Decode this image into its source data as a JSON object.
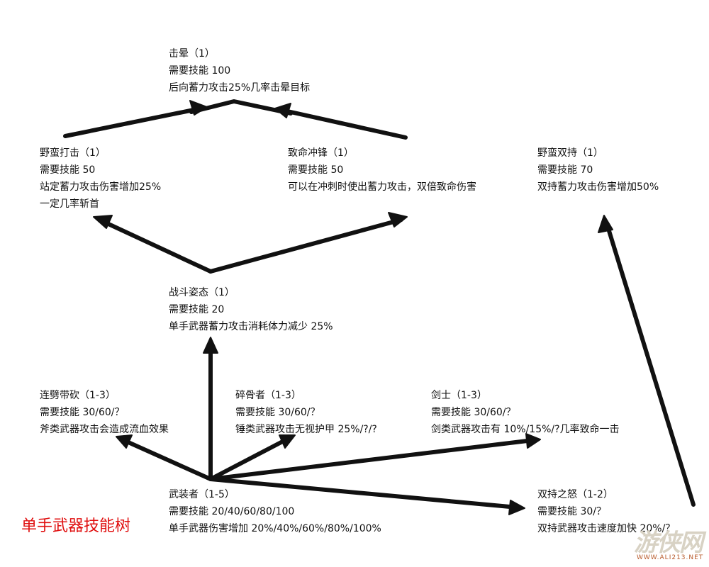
{
  "title": "单手武器技能树",
  "watermark": {
    "logo": "游侠网",
    "url": "WWW.ALI213.NET"
  },
  "colors": {
    "arrow": "#111111",
    "title": "#e01010"
  },
  "nodes": {
    "jiyun": {
      "name": "击晕（1）",
      "req": "需要技能 100",
      "desc": [
        "后向蓄力攻击25%几率击晕目标"
      ]
    },
    "yemandaji": {
      "name": "野蛮打击（1）",
      "req": "需要技能 50",
      "desc": [
        "站定蓄力攻击伤害增加25%",
        "一定几率斩首"
      ]
    },
    "zhimingchongfeng": {
      "name": "致命冲锋（1）",
      "req": "需要技能 50",
      "desc": [
        "可以在冲刺时使出蓄力攻击，双倍致命伤害"
      ]
    },
    "yemanshuangchi": {
      "name": "野蛮双持（1）",
      "req": "需要技能 70",
      "desc": [
        "双持蓄力攻击伤害增加50%"
      ]
    },
    "zhandouzitai": {
      "name": "战斗姿态（1）",
      "req": "需要技能 20",
      "desc": [
        "单手武器蓄力攻击消耗体力减少 25%"
      ]
    },
    "lianpidaikan": {
      "name": "连劈带砍（1-3）",
      "req": "需要技能 30/60/？",
      "desc": [
        "斧类武器攻击会造成流血效果"
      ]
    },
    "suiguzhe": {
      "name": "碎骨者（1-3）",
      "req": "需要技能 30/60/？",
      "desc": [
        "锤类武器攻击无视护甲 25%/?/?"
      ]
    },
    "jianshi": {
      "name": "剑士（1-3）",
      "req": "需要技能 30/60/？",
      "desc": [
        "剑类武器攻击有 10%/15%/?几率致命一击"
      ]
    },
    "wuzhuangzhe": {
      "name": "武装者（1-5）",
      "req": "需要技能 20/40/60/80/100",
      "desc": [
        "单手武器伤害增加 20%/40%/60%/80%/100%"
      ]
    },
    "shuangchizhinu": {
      "name": "双持之怒（1-2）",
      "req": "需要技能 30/？",
      "desc": [
        "双持武器攻击速度加快 20%/？"
      ]
    }
  }
}
